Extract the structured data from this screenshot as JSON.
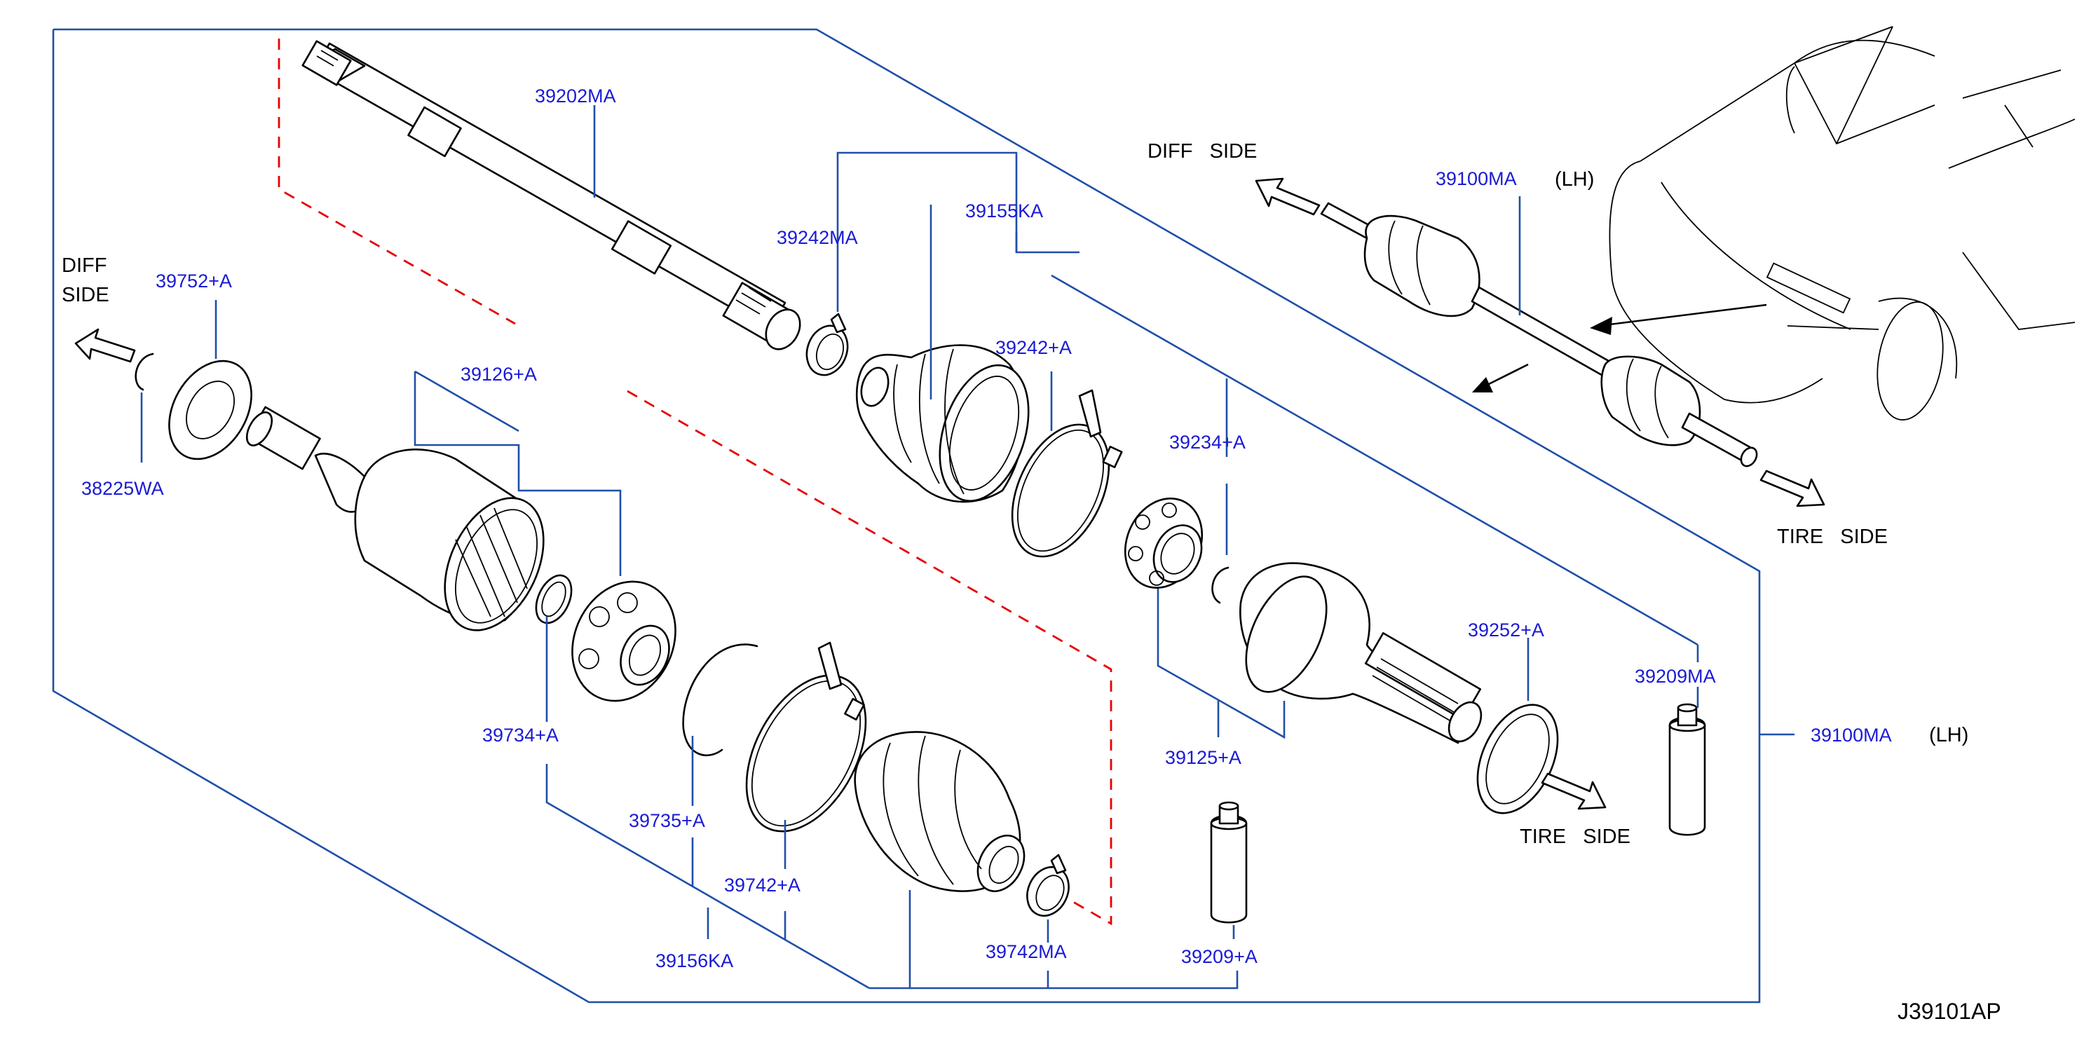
{
  "diagram": {
    "code": "J39101AP",
    "notes": {
      "diff_side_left": "DIFF",
      "diff_side_left_2": "SIDE",
      "diff_side_top": "DIFF   SIDE",
      "tire_side_top": "TIRE   SIDE",
      "tire_side_mid": "TIRE   SIDE",
      "lh_top": "(LH)",
      "lh_right": "(LH)"
    },
    "parts": {
      "p39202MA": "39202MA",
      "p39155KA": "39155KA",
      "p39242MA": "39242MA",
      "p39242A": "39242+A",
      "p39752A": "39752+A",
      "p38225WA": "38225WA",
      "p39126A": "39126+A",
      "p39234A": "39234+A",
      "p39252A": "39252+A",
      "p39209MA": "39209MA",
      "p39100MA_top": "39100MA",
      "p39100MA_right": "39100MA",
      "p39734A": "39734+A",
      "p39125A": "39125+A",
      "p39735A": "39735+A",
      "p39742A": "39742+A",
      "p39156KA": "39156KA",
      "p39742MA": "39742MA",
      "p39209A": "39209+A"
    }
  }
}
